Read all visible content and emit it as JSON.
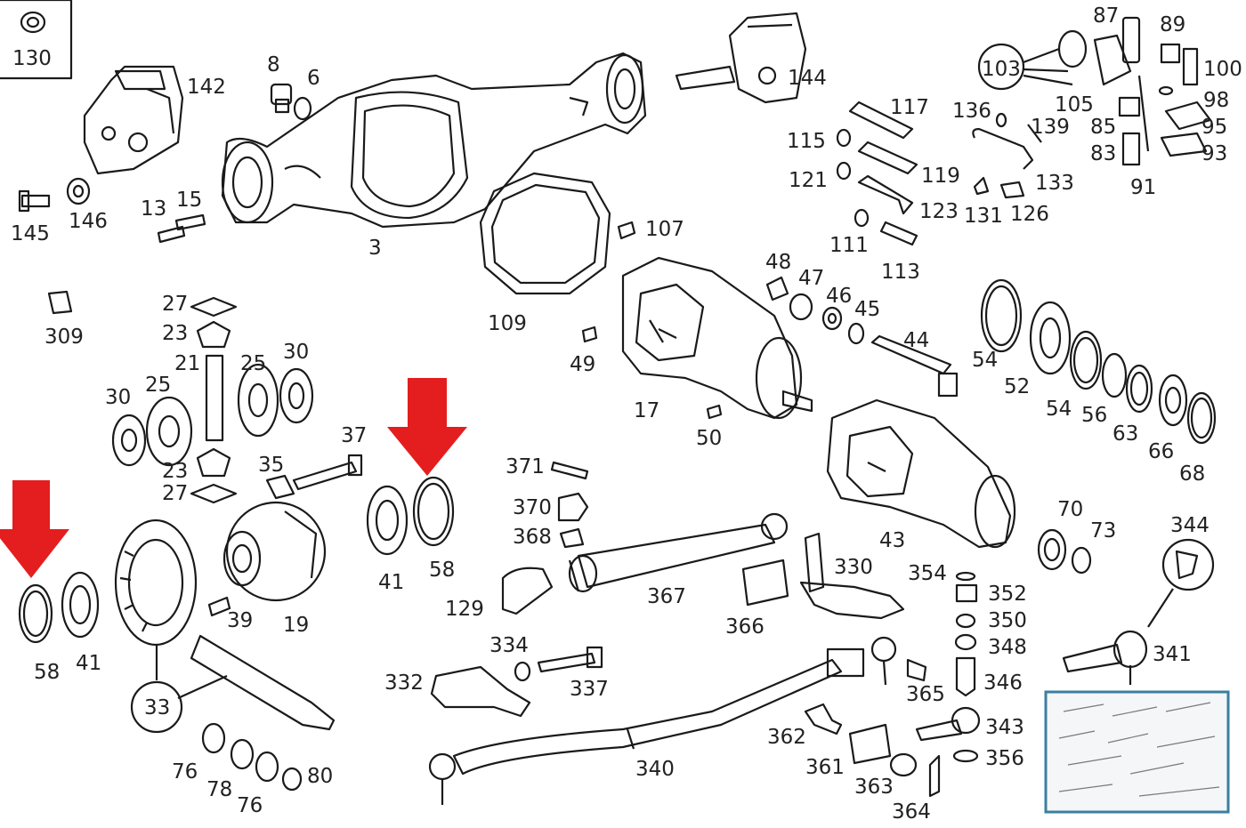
{
  "colors": {
    "highlight_arrow": "#e41e1e",
    "thumbnail_border": "#3a7fa0",
    "line": "#1a1a1a"
  },
  "labels": {
    "l130": "130",
    "l142": "142",
    "l8": "8",
    "l6": "6",
    "l144": "144",
    "l87": "87",
    "l89": "89",
    "l103": "103",
    "l100": "100",
    "l98": "98",
    "l105": "105",
    "l95": "95",
    "l85": "85",
    "l93": "93",
    "l83": "83",
    "l91": "91",
    "l117": "117",
    "l136": "136",
    "l139": "139",
    "l115": "115",
    "l121": "121",
    "l119": "119",
    "l133": "133",
    "l123": "123",
    "l131": "131",
    "l126": "126",
    "l145": "145",
    "l146": "146",
    "l13": "13",
    "l15": "15",
    "l3": "3",
    "l107": "107",
    "l111": "111",
    "l113": "113",
    "l309": "309",
    "l109": "109",
    "l48": "48",
    "l47": "47",
    "l46": "46",
    "l45": "45",
    "l44": "44",
    "l54a": "54",
    "l52": "52",
    "l54b": "54",
    "l56": "56",
    "l63": "63",
    "l66": "66",
    "l68": "68",
    "l27a": "27",
    "l23a": "23",
    "l21": "21",
    "l25a": "25",
    "l30a": "30",
    "l30b": "30",
    "l25b": "25",
    "l49": "49",
    "l17": "17",
    "l50": "50",
    "l37": "37",
    "l35": "35",
    "l23b": "23",
    "l27b": "27",
    "l371": "371",
    "l370": "370",
    "l368": "368",
    "l43": "43",
    "l70": "70",
    "l73": "73",
    "l344": "344",
    "l41a": "41",
    "l58a": "58",
    "l19": "19",
    "l39": "39",
    "l129": "129",
    "l367": "367",
    "l330": "330",
    "l354": "354",
    "l352": "352",
    "l366": "366",
    "l350": "350",
    "l348": "348",
    "l346": "346",
    "l341": "341",
    "l58b": "58",
    "l41b": "41",
    "l33": "33",
    "l334": "334",
    "l332": "332",
    "l337": "337",
    "l365": "365",
    "l343": "343",
    "l362": "362",
    "l356": "356",
    "l361": "361",
    "l340": "340",
    "l363": "363",
    "l364": "364",
    "l76a": "76",
    "l78": "78",
    "l76b": "76",
    "l80": "80"
  }
}
